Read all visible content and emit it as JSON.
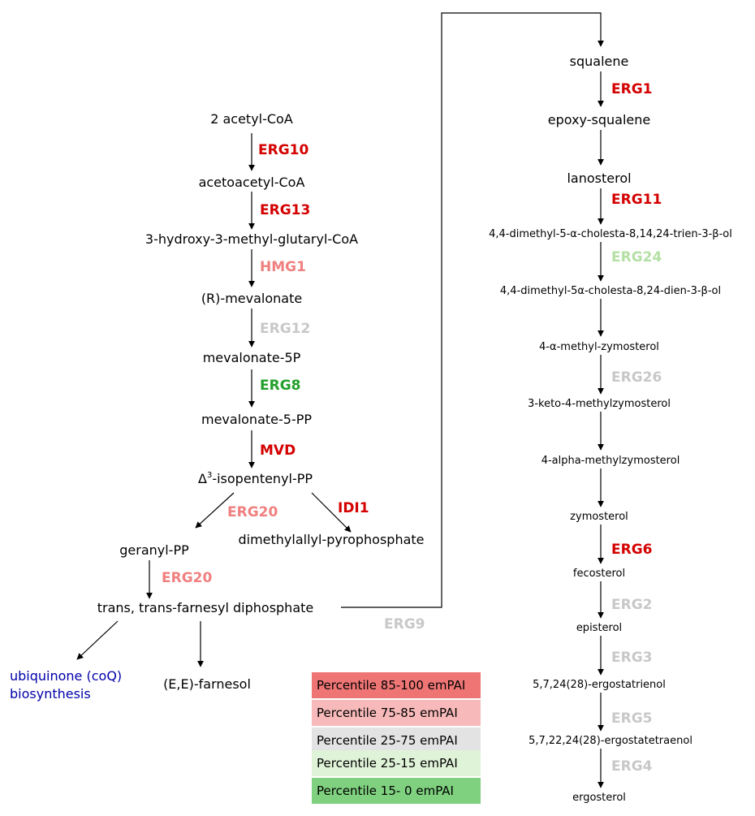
{
  "colors": {
    "high": "#d40000",
    "mid_high": "#f08080",
    "mid": "#c8c8c8",
    "mid_low": "#b5e0a5",
    "low": "#22a02a",
    "link": "#0000aa"
  },
  "mevalonate_pathway": {
    "acetyl_coa": "2 acetyl-CoA",
    "acetoacetyl_coa": "acetoacetyl-CoA",
    "hmg_coa": "3-hydroxy-3-methyl-glutaryl-CoA",
    "mevalonate": "(R)-mevalonate",
    "mevalonate_5p": "mevalonate-5P",
    "mevalonate_5pp": "mevalonate-5-PP",
    "ipp_delta": "Δ",
    "ipp_sup": "3",
    "ipp_rest": "-isopentenyl-PP",
    "dmapp": "dimethylallyl-pyrophosphate",
    "geranyl_pp": "geranyl-PP",
    "fpp": "trans, trans-farnesyl diphosphate",
    "farnesol": "(E,E)-farnesol",
    "coq_line1": "ubiquinone (coQ)",
    "coq_line2": "biosynthesis"
  },
  "sterol_pathway": {
    "squalene": "squalene",
    "epoxy_squalene": "epoxy-squalene",
    "lanosterol": "lanosterol",
    "trienol": "4,4-dimethyl-5-α-cholesta-8,14,24-trien-3-β-ol",
    "dienol": "4,4-dimethyl-5α-cholesta-8,24-dien-3-β-ol",
    "methyl_zymosterol": "4-α-methyl-zymosterol",
    "keto_methylzymosterol": "3-keto-4-methylzymosterol",
    "alpha_methylzymosterol": "4-alpha-methylzymosterol",
    "zymosterol": "zymosterol",
    "fecosterol": "fecosterol",
    "episterol": "episterol",
    "ergostatrienol": "5,7,24(28)-ergostatrienol",
    "ergostatetraenol": "5,7,22,24(28)-ergostatetraenol",
    "ergosterol": "ergosterol"
  },
  "enzymes": {
    "erg10": "ERG10",
    "erg13": "ERG13",
    "hmg1": "HMG1",
    "erg12": "ERG12",
    "erg8": "ERG8",
    "mvd": "MVD",
    "erg20_a": "ERG20",
    "idi1": "IDI1",
    "erg20_b": "ERG20",
    "erg9": "ERG9",
    "erg1": "ERG1",
    "erg11": "ERG11",
    "erg24": "ERG24",
    "erg26": "ERG26",
    "erg6": "ERG6",
    "erg2": "ERG2",
    "erg3": "ERG3",
    "erg5": "ERG5",
    "erg4": "ERG4"
  },
  "legend": [
    {
      "label": "Percentile 85-100 emPAI",
      "color": "#ef7575"
    },
    {
      "label": "Percentile 75-85 emPAI",
      "color": "#f7b9b9"
    },
    {
      "label": "Percentile 25-75 emPAI",
      "color": "#e3e3e3"
    },
    {
      "label": "Percentile 25-15 emPAI",
      "color": "#dff3d8"
    },
    {
      "label": "Percentile 15- 0 emPAI",
      "color": "#7fd07f"
    }
  ]
}
